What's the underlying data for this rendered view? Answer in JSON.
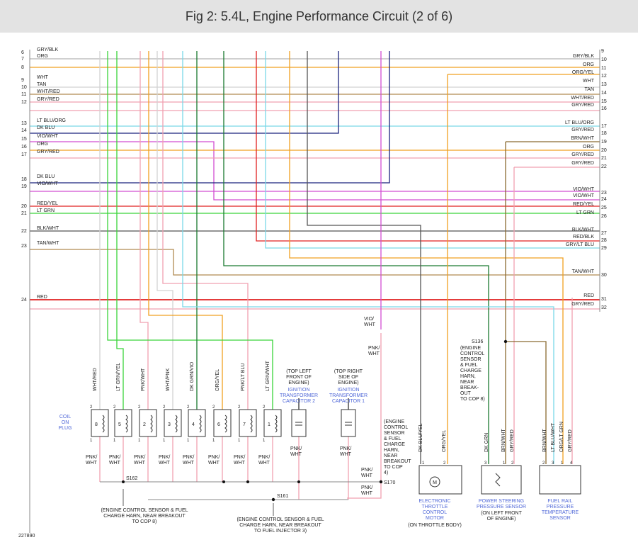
{
  "header": {
    "title": "Fig 2: 5.4L, Engine Performance Circuit (2 of 6)"
  },
  "diagram_id": "227890",
  "colors": {
    "GRY": "#b4b4b4",
    "ORG": "#f0a020",
    "WHT": "#d2d2d2",
    "TAN": "#b08a50",
    "RED": "#e02020",
    "LTBLU": "#7ad8e8",
    "DKBLU": "#1a237e",
    "VIO": "#d24fd2",
    "LTGRN": "#3ad43a",
    "BLK": "#555555",
    "PNK": "#f0a0b0",
    "DKGRN": "#1a7a30",
    "BRN": "#8a6a30",
    "YEL": "#d8c020",
    "BLU": "#5068d8"
  },
  "left_labels": [
    {
      "num": "6",
      "label": "GRY/BLK"
    },
    {
      "num": "7",
      "label": "ORG"
    },
    {
      "num": "8",
      "label": ""
    },
    {
      "num": "9",
      "label": "WHT"
    },
    {
      "num": "10",
      "label": "TAN"
    },
    {
      "num": "11",
      "label": "WHT/RED"
    },
    {
      "num": "12",
      "label": "GRY/RED"
    },
    {
      "num": "13",
      "label": "LT BLU/ORG"
    },
    {
      "num": "14",
      "label": "DK BLU"
    },
    {
      "num": "15",
      "label": "VIO/WHT"
    },
    {
      "num": "16",
      "label": "ORG"
    },
    {
      "num": "17",
      "label": "GRY/RED"
    },
    {
      "num": "18",
      "label": "DK BLU"
    },
    {
      "num": "19",
      "label": "VIO/WHT"
    },
    {
      "num": "20",
      "label": "RED/YEL"
    },
    {
      "num": "21",
      "label": "LT GRN"
    },
    {
      "num": "22",
      "label": "BLK/WHT"
    },
    {
      "num": "23",
      "label": "TAN/WHT"
    },
    {
      "num": "24",
      "label": "RED"
    }
  ],
  "right_labels": [
    {
      "num": "9",
      "label": ""
    },
    {
      "num": "10",
      "label": "GRY/BLK"
    },
    {
      "num": "11",
      "label": "ORG"
    },
    {
      "num": "12",
      "label": "ORG/YEL"
    },
    {
      "num": "13",
      "label": "WHT"
    },
    {
      "num": "14",
      "label": "TAN"
    },
    {
      "num": "15",
      "label": "WHT/RED"
    },
    {
      "num": "16",
      "label": "GRY/RED"
    },
    {
      "num": "17",
      "label": "LT BLU/ORG"
    },
    {
      "num": "18",
      "label": "GRY/RED"
    },
    {
      "num": "19",
      "label": "BRN/WHT"
    },
    {
      "num": "20",
      "label": "ORG"
    },
    {
      "num": "21",
      "label": "GRY/RED"
    },
    {
      "num": "22",
      "label": "GRY/RED"
    },
    {
      "num": "23",
      "label": "VIO/WHT"
    },
    {
      "num": "24",
      "label": "VIO/WHT"
    },
    {
      "num": "25",
      "label": "RED/YEL"
    },
    {
      "num": "26",
      "label": "LT GRN"
    },
    {
      "num": "27",
      "label": "BLK/WHT"
    },
    {
      "num": "28",
      "label": "RED/BLK"
    },
    {
      "num": "29",
      "label": "GRY/LT BLU"
    },
    {
      "num": "30",
      "label": "TAN/WHT"
    },
    {
      "num": "31",
      "label": "RED"
    },
    {
      "num": "32",
      "label": "GRY/RED"
    }
  ],
  "coils": [
    {
      "wire": "WHT/RED",
      "cop": "8"
    },
    {
      "wire": "LT GRN/YEL",
      "cop": "5"
    },
    {
      "wire": "PNK/WHT",
      "cop": "2"
    },
    {
      "wire": "WHT/PNK",
      "cop": "3"
    },
    {
      "wire": "DK GRN/VIO",
      "cop": "4"
    },
    {
      "wire": "ORG/YEL",
      "cop": "6"
    },
    {
      "wire": "PNK/LT BLU",
      "cop": "7"
    },
    {
      "wire": "LT GRN/WHT",
      "cop": "1"
    }
  ],
  "coil_label": [
    "COIL",
    "ON",
    "PLUG"
  ],
  "pin_1": "1",
  "pin_2": "2",
  "pin_3": "3",
  "pin_4": "4",
  "pnk_label": [
    "PNK/",
    "WHT"
  ],
  "cap2": [
    "IGNITION",
    "TRANSFORMER",
    "CAPACITOR 2"
  ],
  "cap2_loc": [
    "(TOP LEFT",
    "FRONT OF",
    "ENGINE)"
  ],
  "cap1": [
    "IGNITION",
    "TRANSFORMER",
    "CAPACITOR 1"
  ],
  "cap1_loc": [
    "(TOP RIGHT",
    "SIDE OF",
    "ENGINE)"
  ],
  "vio_wht": [
    "VIO/",
    "WHT"
  ],
  "splices": {
    "s162": "S162",
    "s161": "S161",
    "s170": "S170",
    "s136": "S136"
  },
  "s162_note": [
    "(ENGINE CONTROL SENSOR & FUEL",
    "CHARGE HARN, NEAR BREAKOUT",
    "TO COP 8)"
  ],
  "s161_note": [
    "(ENGINE CONTROL SENSOR & FUEL",
    "CHARGE HARN, NEAR BREAKOUT",
    "TO FUEL INJECTOR 3)"
  ],
  "s170_note": [
    "(ENGINE",
    "CONTROL",
    "SENSOR",
    "& FUEL",
    "CHARGE",
    "HARN,",
    "NEAR",
    "BREAKOUT",
    "TO COP",
    "4)"
  ],
  "s136_note": [
    "(ENGINE",
    "CONTROL",
    "SENSOR",
    "& FUEL",
    "CHARGE",
    "HARN,",
    "NEAR",
    "BREAK-",
    "OUT",
    "TO COP 8)"
  ],
  "etc": {
    "wire1": "DK BLU/YEL",
    "wire2": "ORG/YEL",
    "name": [
      "ELECTRONIC",
      "THROTTLE",
      "CONTROL",
      "MOTOR"
    ],
    "loc": "(ON THROTTLE BODY)",
    "symbol": "M"
  },
  "ps": {
    "wire3": "DK GRN",
    "wire1": "BRN/WHT",
    "wire2": "GRY/RED",
    "name": [
      "POWER STEERING",
      "PRESSURE SENSOR"
    ],
    "loc": [
      "(ON LEFT FRONT",
      "OF ENGINE)"
    ]
  },
  "frp": {
    "w2": "BRN/WHT",
    "w3": "LT BLU/WHT",
    "w1": "ORG/LT GRN",
    "w4": "GRY/RED",
    "name": [
      "FUEL RAIL",
      "PRESSURE",
      "TEMPERATURE",
      "SENSOR"
    ]
  }
}
